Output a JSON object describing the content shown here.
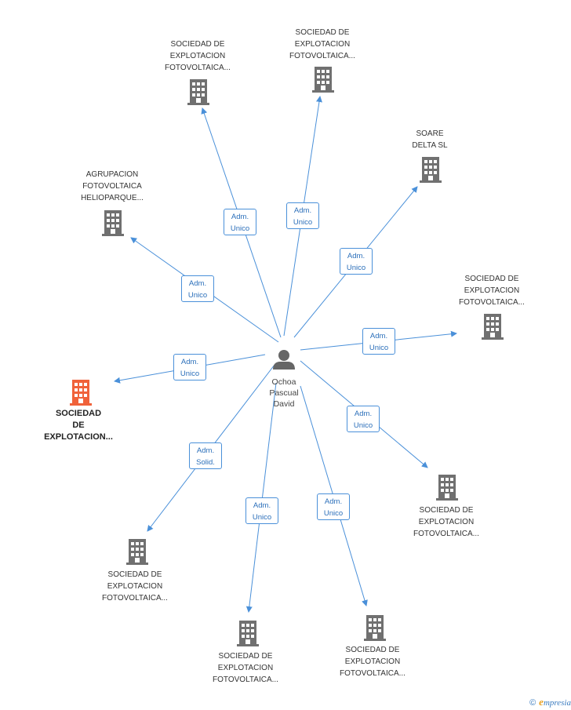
{
  "colors": {
    "edge": "#4a90d9",
    "building": "#707070",
    "highlight": "#f0623a",
    "person": "#666666"
  },
  "center": {
    "name_lines": [
      "Ochoa",
      "Pascual",
      "David"
    ],
    "icon": "person-icon"
  },
  "nodes": [
    {
      "id": "n1",
      "lines": [
        "SOCIEDAD DE",
        "EXPLOTACION",
        "FOTOVOLTAICA..."
      ],
      "role": [
        "Adm.",
        "Unico"
      ],
      "highlight": false
    },
    {
      "id": "n2",
      "lines": [
        "SOCIEDAD DE",
        "EXPLOTACION",
        "FOTOVOLTAICA..."
      ],
      "role": [
        "Adm.",
        "Unico"
      ],
      "highlight": false
    },
    {
      "id": "n3",
      "lines": [
        "SOARE",
        "DELTA SL"
      ],
      "role": [
        "Adm.",
        "Unico"
      ],
      "highlight": false
    },
    {
      "id": "n4",
      "lines": [
        "AGRUPACION",
        "FOTOVOLTAICA",
        "HELIOPARQUE..."
      ],
      "role": [
        "Adm.",
        "Unico"
      ],
      "highlight": false
    },
    {
      "id": "n5",
      "lines": [
        "SOCIEDAD DE",
        "EXPLOTACION",
        "FOTOVOLTAICA..."
      ],
      "role": [
        "Adm.",
        "Unico"
      ],
      "highlight": false
    },
    {
      "id": "n6",
      "lines": [
        "SOCIEDAD",
        "DE",
        "EXPLOTACION..."
      ],
      "role": [
        "Adm.",
        "Unico"
      ],
      "highlight": true
    },
    {
      "id": "n7",
      "lines": [
        "SOCIEDAD DE",
        "EXPLOTACION",
        "FOTOVOLTAICA..."
      ],
      "role": [
        "Adm.",
        "Unico"
      ],
      "highlight": false
    },
    {
      "id": "n8",
      "lines": [
        "SOCIEDAD DE",
        "EXPLOTACION",
        "FOTOVOLTAICA..."
      ],
      "role": [
        "Adm.",
        "Solid."
      ],
      "highlight": false
    },
    {
      "id": "n9",
      "lines": [
        "SOCIEDAD DE",
        "EXPLOTACION",
        "FOTOVOLTAICA..."
      ],
      "role": [
        "Adm.",
        "Unico"
      ],
      "highlight": false
    },
    {
      "id": "n10",
      "lines": [
        "SOCIEDAD DE",
        "EXPLOTACION",
        "FOTOVOLTAICA..."
      ],
      "role": [
        "Adm.",
        "Unico"
      ],
      "highlight": false
    }
  ],
  "footer": {
    "copyright": "©",
    "brand_initial": "e",
    "brand_rest": "mpresia"
  }
}
